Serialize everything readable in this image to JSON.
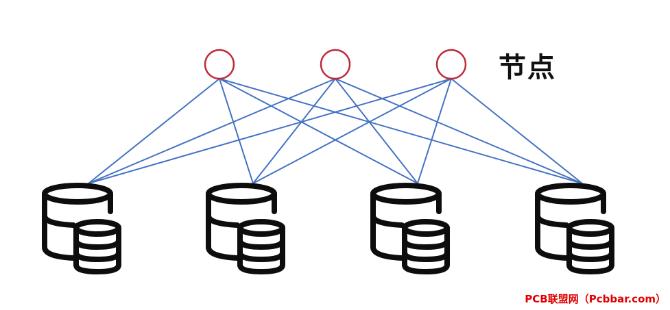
{
  "diagram": {
    "label": "节点",
    "watermark": "PCB联盟网（Pcbbar.com）",
    "node_count": 3,
    "storage_count": 4,
    "connections": "each node connects to every storage unit",
    "colors": {
      "node_stroke": "#c0283a",
      "link": "#4472c4",
      "storage_icon": "#0d0d0d",
      "watermark": "#e00000"
    },
    "nodes": [
      {
        "id": "node-1"
      },
      {
        "id": "node-2"
      },
      {
        "id": "node-3"
      }
    ],
    "storage": [
      {
        "id": "storage-1",
        "icon": "database-icon"
      },
      {
        "id": "storage-2",
        "icon": "database-icon"
      },
      {
        "id": "storage-3",
        "icon": "database-icon"
      },
      {
        "id": "storage-4",
        "icon": "database-icon"
      }
    ]
  }
}
